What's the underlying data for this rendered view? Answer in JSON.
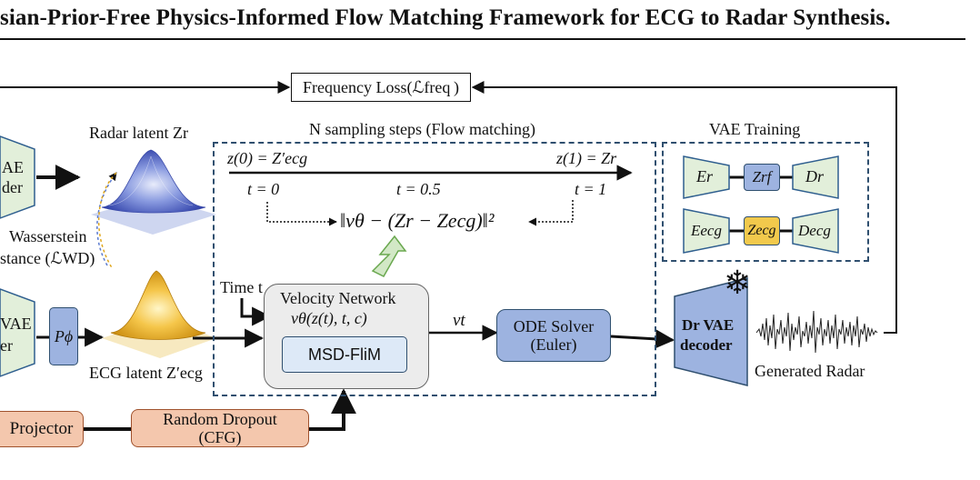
{
  "title": "sian-Prior-Free Physics-Informed Flow Matching Framework for ECG to Radar Synthesis.",
  "freq_loss": "Frequency Loss(ℒfreq )",
  "radar_latent": "Radar latent Ζr",
  "ecg_latent": "ECG latent Ζ′ecg",
  "left_encoder_top": [
    "AE",
    "der"
  ],
  "left_encoder_bottom": [
    "VAE",
    "er"
  ],
  "wasserstein": [
    "Wasserstein",
    "stance (ℒWD)"
  ],
  "p_phi": "Pϕ",
  "projector": "Projector",
  "random_dropout": [
    "Random Dropout",
    "(CFG)"
  ],
  "flow": {
    "header": "N sampling steps (Flow matching)",
    "z0": "z(0) = Ζ′ecg",
    "z1": "z(1) = Ζr",
    "t0": "t = 0",
    "t05": "t = 0.5",
    "t1": "t = 1",
    "loss": "‖vθ − (Ζr − Ζecg)‖²",
    "time_t": "Time t",
    "velocity_title": "Velocity Network",
    "velocity_eq": "vθ(z(t), t, c)",
    "msd": "MSD-FliM",
    "vt": "vt",
    "ode": [
      "ODE Solver",
      "(Euler)"
    ]
  },
  "vae": {
    "header": "VAE Training",
    "er": "Er",
    "zrf": "Ζrf",
    "dr": "Dr",
    "eecg": "Eecg",
    "zecg": "Ζecg",
    "decg": "Decg"
  },
  "decoder": [
    "Dr VAE",
    "decoder"
  ],
  "snowflake": "❄",
  "generated_radar": "Generated Radar",
  "colors": {
    "green_fill": "#e2efda",
    "blue_fill": "#9db3e0",
    "yellow_fill": "#f2c94c",
    "salmon_fill": "#f4c7ad",
    "gray_fill": "#ececec",
    "light_blue_fill": "#dde9f7",
    "dashed_border": "#2f4f6f"
  }
}
